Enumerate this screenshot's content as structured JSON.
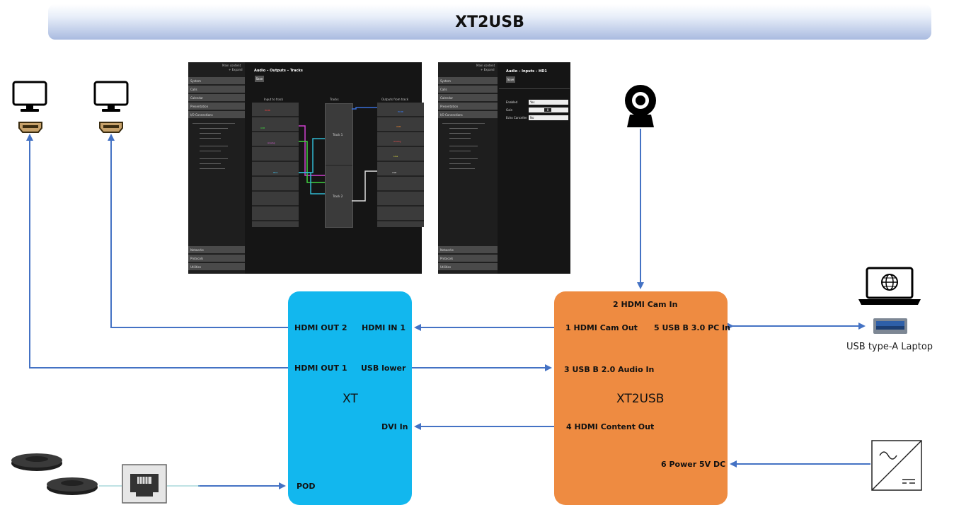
{
  "title": "XT2USB",
  "xt_box": {
    "name": "XT",
    "ports": {
      "hdmi_out_2": "HDMI OUT 2",
      "hdmi_in_1": "HDMI IN 1",
      "hdmi_out_1": "HDMI OUT 1",
      "usb_lower": "USB lower",
      "dvi_in": "DVI In",
      "pod": "POD"
    }
  },
  "xt2usb_box": {
    "name": "XT2USB",
    "ports": {
      "hdmi_cam_in": "2 HDMI Cam In",
      "hdmi_cam_out": "1 HDMI Cam Out",
      "usb_b_3_pc_in": "5 USB B 3.0 PC In",
      "usb_b_2_audio_in": "3 USB B 2.0 Audio In",
      "hdmi_content_out": "4 HDMI Content Out",
      "power": "6 Power 5V DC"
    }
  },
  "laptop_caption": "USB type-A Laptop",
  "screenshot_left": {
    "title": "Audio – Outputs – Tracks",
    "save": "Save",
    "main_content": "Main content",
    "expand": "+ Expand",
    "col_input": "Input to track",
    "col_tracks": "Tracks",
    "col_outputs": "Outputs from track",
    "track1": "Track 1",
    "track2": "Track 2",
    "nav": [
      "System",
      "Calls",
      "Calendar",
      "Presentation",
      "I/O Connections"
    ],
    "nav_bottom": [
      "Networks",
      "Protocols",
      "Utilities"
    ]
  },
  "screenshot_right": {
    "title": "Audio – Inputs – HD1",
    "save": "Save",
    "main_content": "Main content",
    "expand": "+ Expand",
    "fields": [
      "Enabled",
      "Gain",
      "Echo Canceller"
    ],
    "values": [
      "Yes",
      "0",
      "No"
    ],
    "nav": [
      "System",
      "Calls",
      "Calendar",
      "Presentation",
      "I/O Connections"
    ],
    "nav_bottom": [
      "Networks",
      "Protocols",
      "Utilities"
    ]
  },
  "colors": {
    "wire": "#4472c4",
    "xt_fill": "#12b7ee",
    "xt2usb_fill": "#ee8b41",
    "title_gradient_end": "#a9bbe0"
  },
  "icons": [
    "monitor-icon",
    "hdmi-connector-icon",
    "webcam-icon",
    "laptop-icon",
    "usb-a-port-icon",
    "power-adapter-icon",
    "microphone-pod-icon",
    "rj45-jack-icon"
  ]
}
